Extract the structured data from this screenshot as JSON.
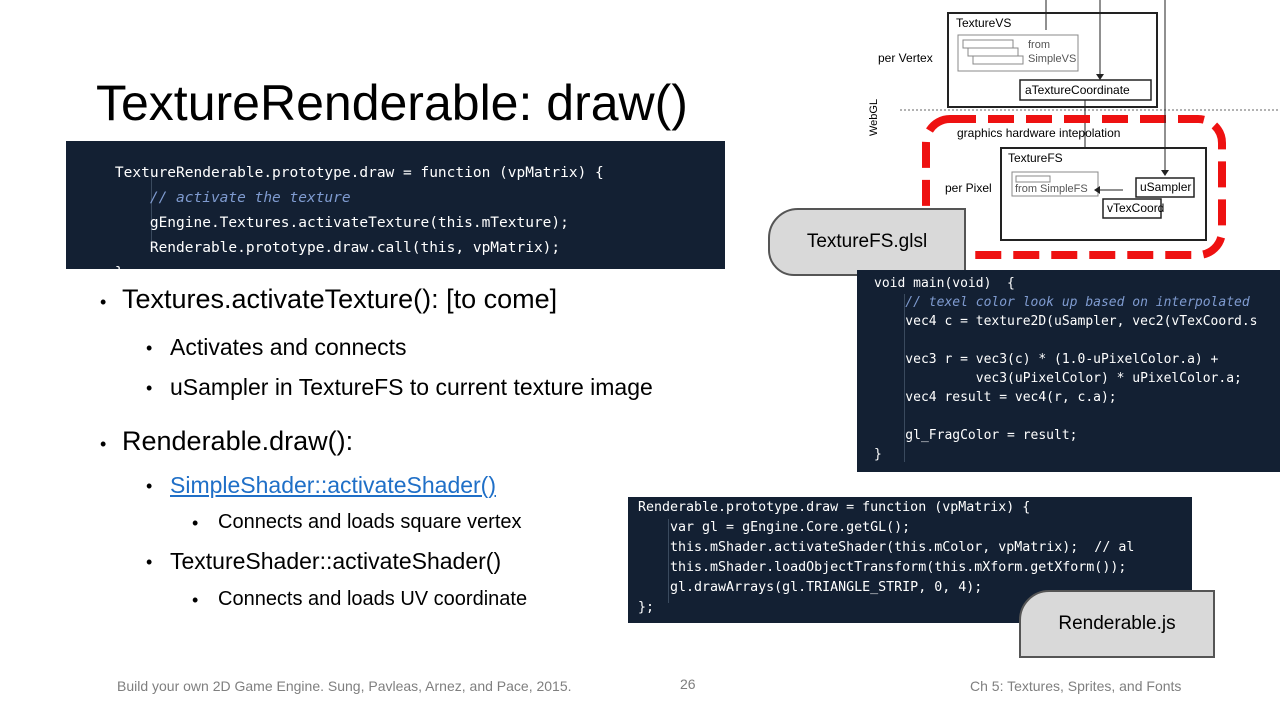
{
  "slide": {
    "title": "TextureRenderable: draw()",
    "footer_left": "Build your own 2D Game Engine. Sung, Pavleas, Arnez, and Pace, 2015.",
    "page_number": "26",
    "footer_right": "Ch 5: Textures, Sprites, and Fonts"
  },
  "code_main": [
    "TextureRenderable.prototype.draw = function (vpMatrix) {",
    "    // activate the texture",
    "    gEngine.Textures.activateTexture(this.mTexture);",
    "    Renderable.prototype.draw.call(this, vpMatrix);",
    "};"
  ],
  "bullets": {
    "b1": "Textures.activateTexture():  [to come]",
    "b1_sub1": "Activates and connects",
    "b1_sub2": "uSampler in TextureFS to current texture image",
    "b2": "Renderable.draw():",
    "b2_sub1": "SimpleShader::activateShader()",
    "b2_sub1_sub": "Connects and loads square vertex",
    "b2_sub2": "TextureShader::activateShader()",
    "b2_sub2_sub": "Connects and loads UV coordinate"
  },
  "diagram": {
    "texture_vs": "TextureVS",
    "from_simple_vs": "from\nSimpleVS",
    "from_line1": "from",
    "from_line2": "SimpleVS",
    "a_texture_coordinate": "aTextureCoordinate",
    "per_vertex": "per Vertex",
    "webgl": "WebGL",
    "graphics_interp": "graphics hardware intepolation",
    "texture_fs": "TextureFS",
    "from_simple_fs": "from SimpleFS",
    "u_sampler": "uSampler",
    "v_tex_coord": "vTexCoord",
    "per_pixel": "per Pixel"
  },
  "callouts": {
    "texture_fs_glsl": "TextureFS.glsl",
    "renderable_js": "Renderable.js"
  },
  "code_fs": [
    "void main(void)  {",
    "    // texel color look up based on interpolated",
    "    vec4 c = texture2D(uSampler, vec2(vTexCoord.s",
    "",
    "    vec3 r = vec3(c) * (1.0-uPixelColor.a) +",
    "             vec3(uPixelColor) * uPixelColor.a;",
    "    vec4 result = vec4(r, c.a);",
    "",
    "    gl_FragColor = result;",
    "}"
  ],
  "code_render": [
    "Renderable.prototype.draw = function (vpMatrix) {",
    "    var gl = gEngine.Core.getGL();",
    "    this.mShader.activateShader(this.mColor, vpMatrix);  // al",
    "    this.mShader.loadObjectTransform(this.mXform.getXform());",
    "    gl.drawArrays(gl.TRIANGLE_STRIP, 0, 4);",
    "};"
  ],
  "colors": {
    "code_bg": "#132033",
    "keyword": "#e0226b",
    "comment": "#7f9bd0",
    "link": "#1f6fc7",
    "highlight_dash": "#ee1111"
  }
}
